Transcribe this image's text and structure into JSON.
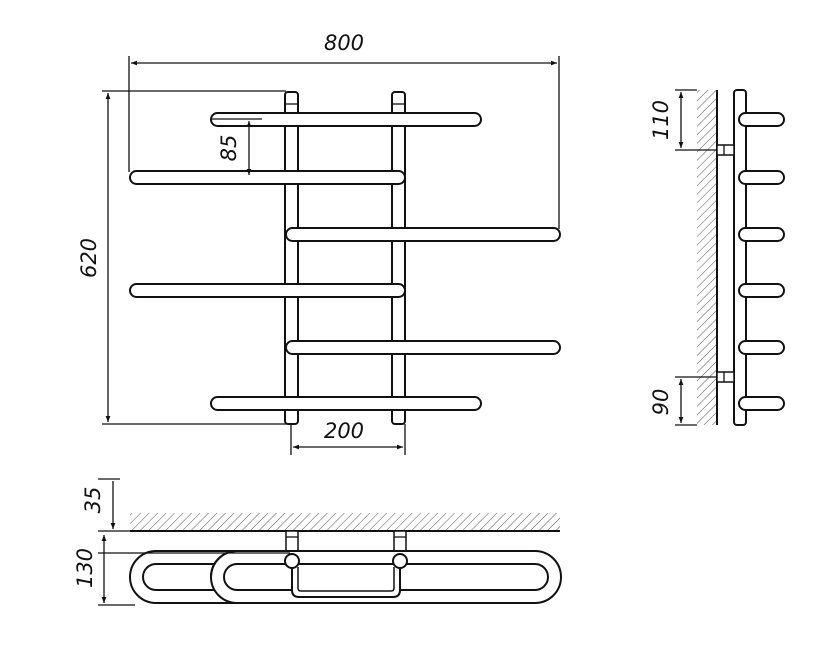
{
  "dimensions": {
    "width_total": "800",
    "height_total": "620",
    "rail_spacing": "85",
    "post_spacing": "200",
    "top_offset": "110",
    "bottom_offset": "90",
    "wall_gap": "35",
    "depth": "130"
  },
  "colors": {
    "line": "#111111",
    "hatch": "#555555",
    "background": "#ffffff"
  }
}
